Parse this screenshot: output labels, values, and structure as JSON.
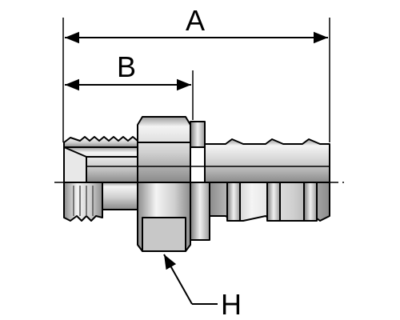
{
  "diagram": {
    "dimension_labels": {
      "a": "A",
      "b": "B",
      "h": "H"
    },
    "colors": {
      "line": "#000000",
      "body_fill": "#d9d9d9",
      "body_light": "#f2f2f2",
      "body_shadow": "#8c8c8c",
      "groove_shadow": "#6e6e6e"
    }
  }
}
